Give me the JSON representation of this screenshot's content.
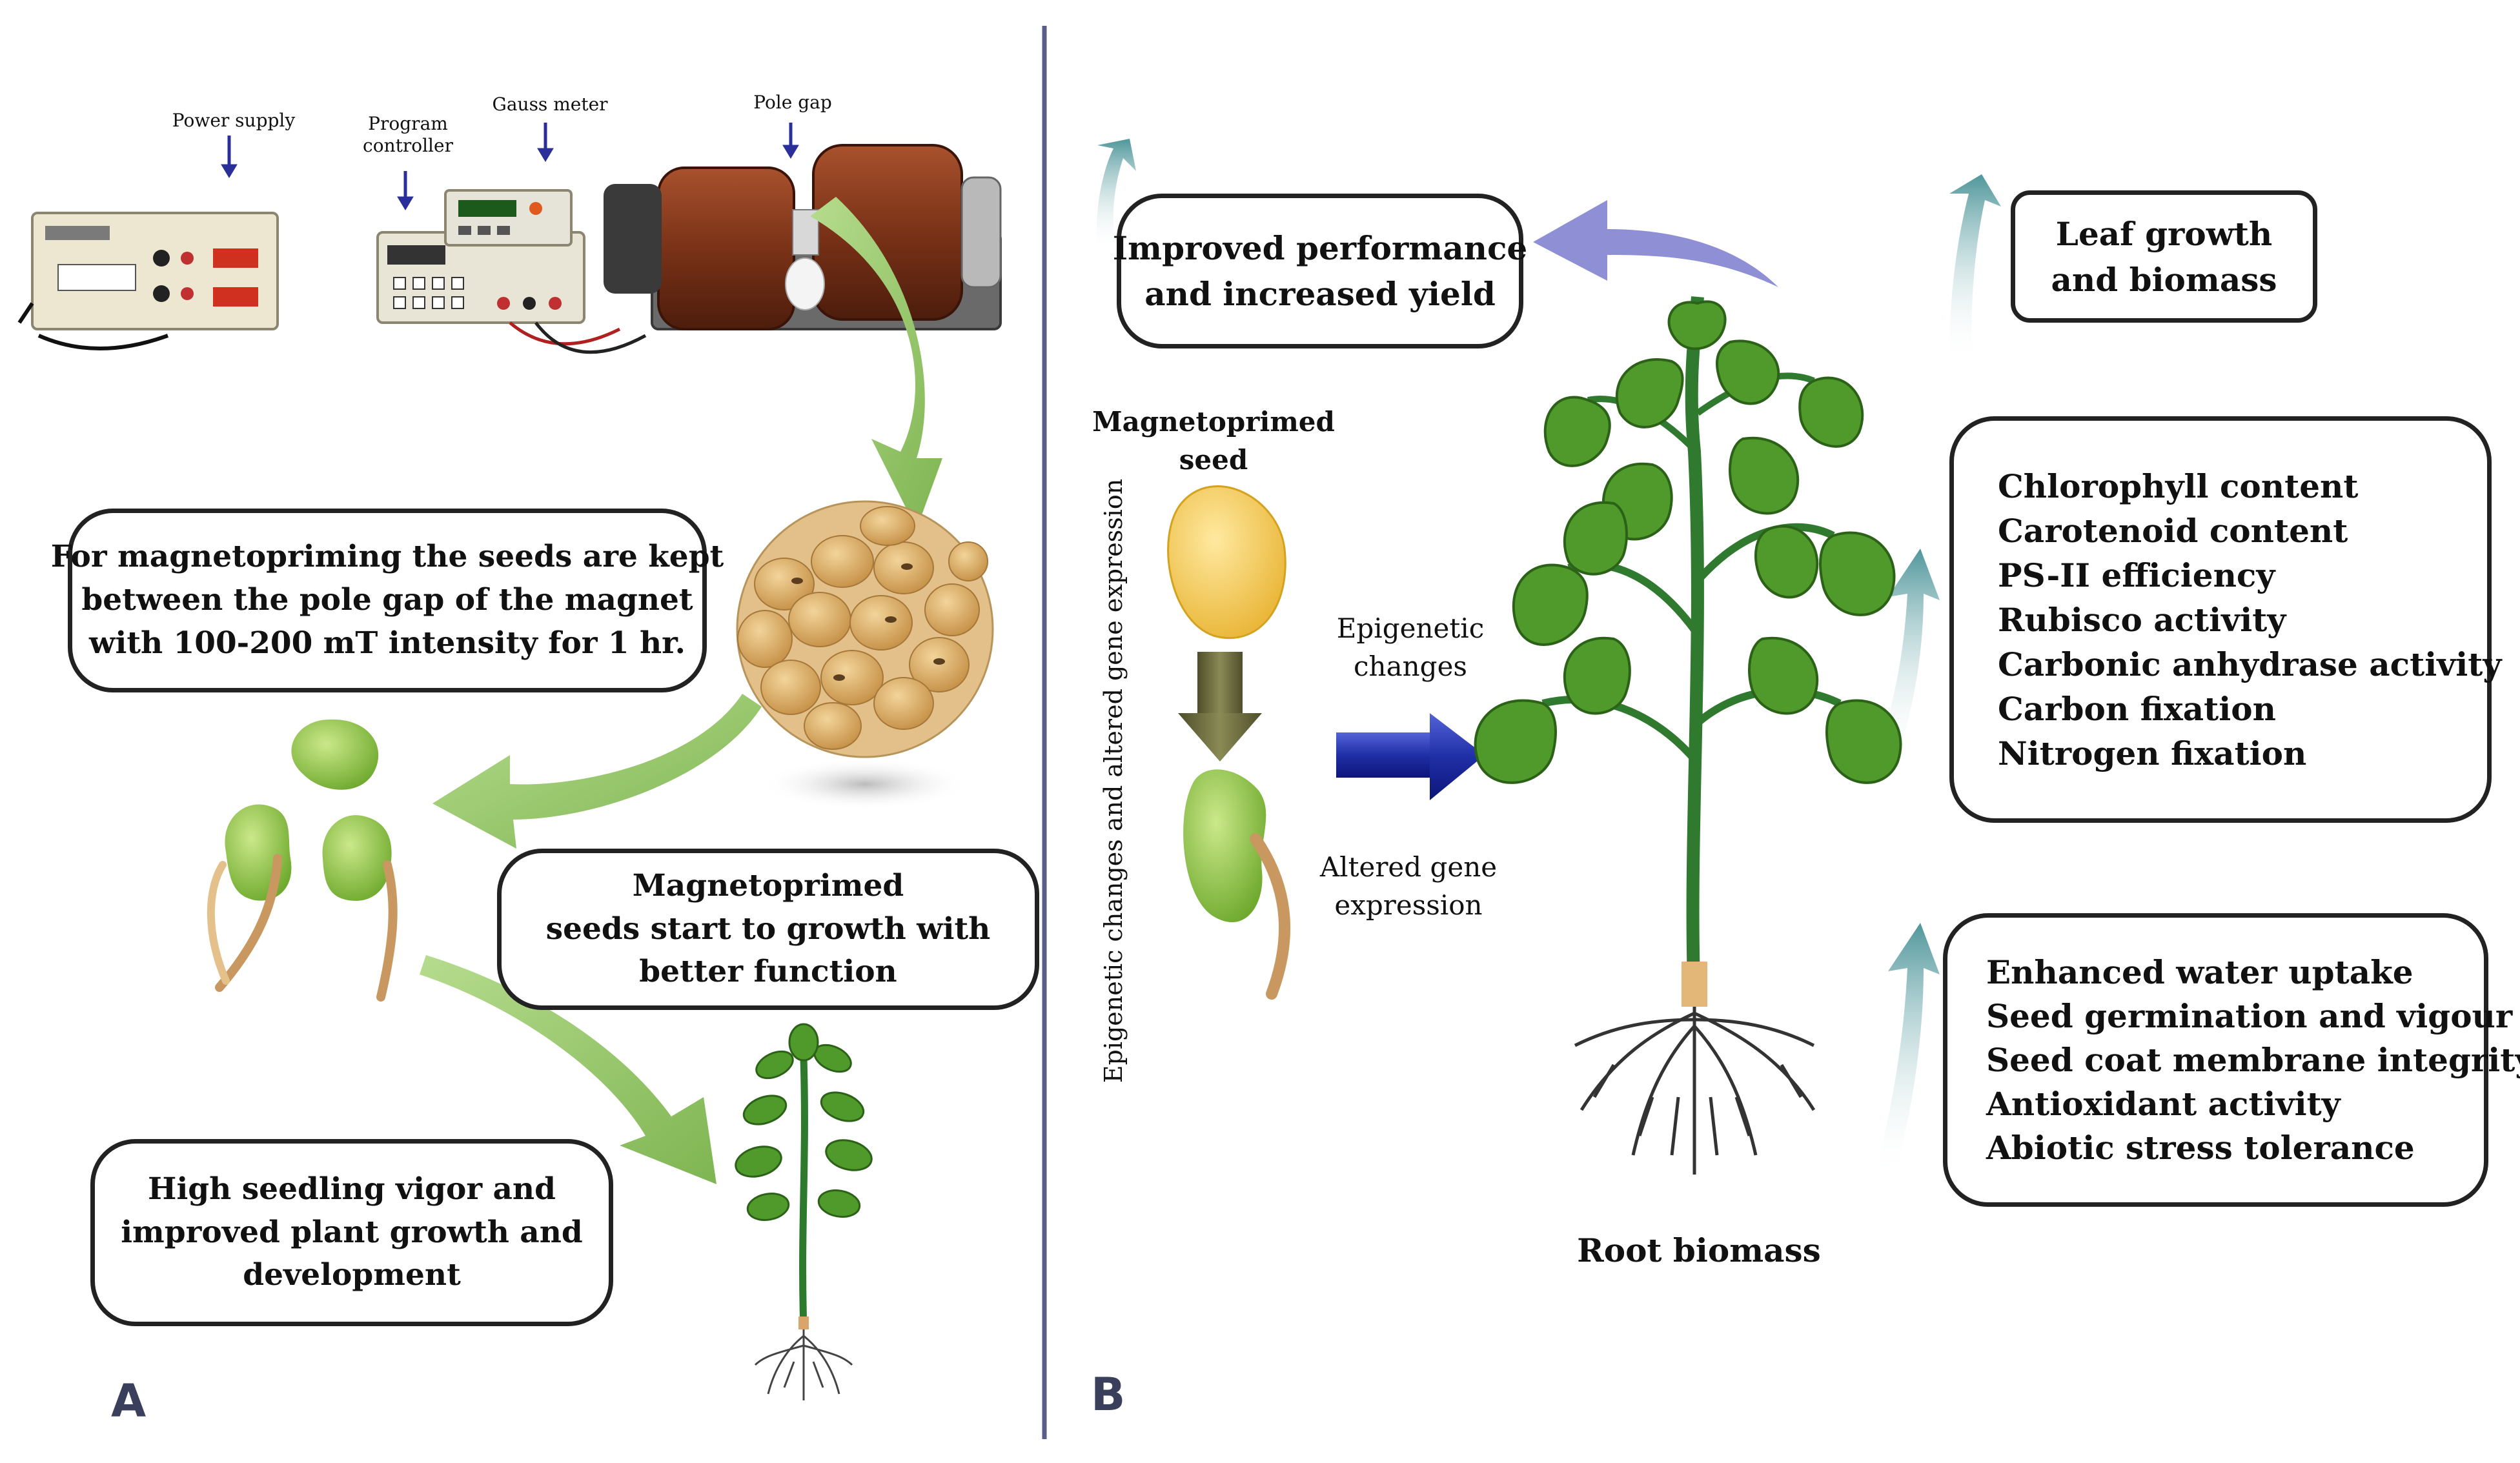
{
  "panel_a": {
    "letter": "A",
    "equipment_labels": {
      "power_supply": "Power supply",
      "program_controller": [
        "Program",
        "controller"
      ],
      "gauss_meter": "Gauss meter",
      "pole_gap": "Pole gap"
    },
    "box_priming": [
      "For magnetopriming the seeds are kept",
      "between the pole gap of the magnet",
      "with 100-200 mT intensity for 1 hr."
    ],
    "box_growth": [
      "Magnetoprimed",
      "seeds start to growth with",
      "better function"
    ],
    "box_vigor": [
      "High seedling vigor and",
      "improved plant growth and",
      "development"
    ]
  },
  "panel_b": {
    "letter": "B",
    "box_yield": [
      "Improved performance",
      "and increased yield"
    ],
    "box_leaf": [
      "Leaf growth",
      "and biomass"
    ],
    "box_physiology": [
      "Chlorophyll content",
      "Carotenoid content",
      "PS-II efficiency",
      "Rubisco activity",
      "Carbonic anhydrase activity",
      "Carbon fixation",
      "Nitrogen fixation"
    ],
    "box_root_traits": [
      "Enhanced water uptake",
      "Seed germination and vigour",
      "Seed coat membrane integrity",
      "Antioxidant activity",
      "Abiotic stress tolerance"
    ],
    "seed_label": [
      "Magnetoprimed",
      "seed"
    ],
    "vertical_label": "Epigenetic changes and altered gene expression",
    "epigenetic_label": [
      "Epigenetic",
      "changes"
    ],
    "gene_label": [
      "Altered gene",
      "expression"
    ],
    "root_biomass": "Root biomass"
  },
  "colors": {
    "divider": "#5a5c8c",
    "green_arrow": "#8cc063",
    "teal_arrow": "#5f9fa3",
    "lavender_arrow": "#8f8fd6",
    "blue_arrow": "#1f2fa6",
    "olive_arrow": "#6b6a3a",
    "leaf_green": "#4f9a2a",
    "seed_yellow": "#f3c94e",
    "bean_green": "#8cc443",
    "soy_tan": "#d9aa63",
    "coil_brown": "#8b3a1e"
  }
}
